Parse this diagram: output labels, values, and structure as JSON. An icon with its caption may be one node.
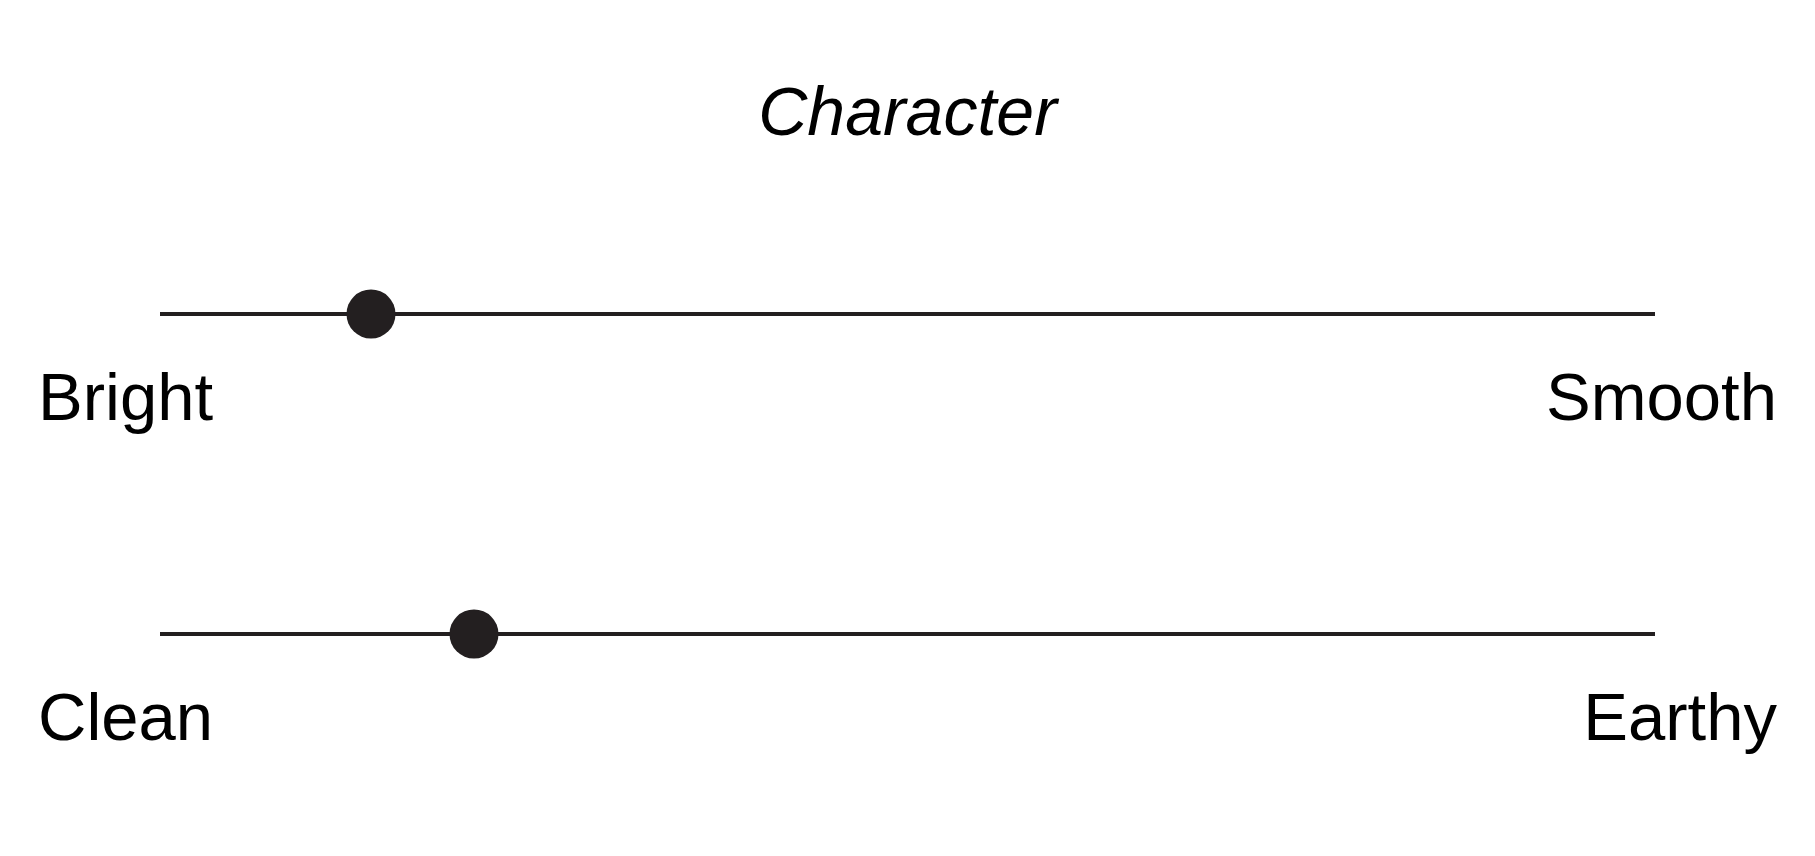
{
  "diagram": {
    "title": "Character",
    "labels": [
      "Bright",
      "Smooth",
      "Clean",
      "Earthy"
    ]
  }
}
